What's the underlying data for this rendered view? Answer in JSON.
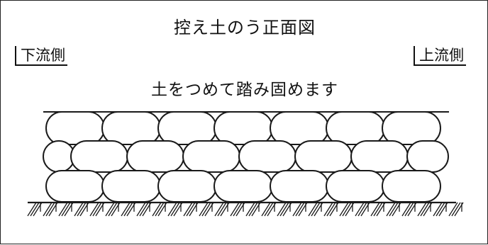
{
  "title": "控え土のう正面図",
  "labels": {
    "downstream": "下流側",
    "upstream": "上流側"
  },
  "annotation": "土をつめて踏み固めます",
  "colors": {
    "line": "#1a1a1a",
    "background": "#ffffff"
  }
}
